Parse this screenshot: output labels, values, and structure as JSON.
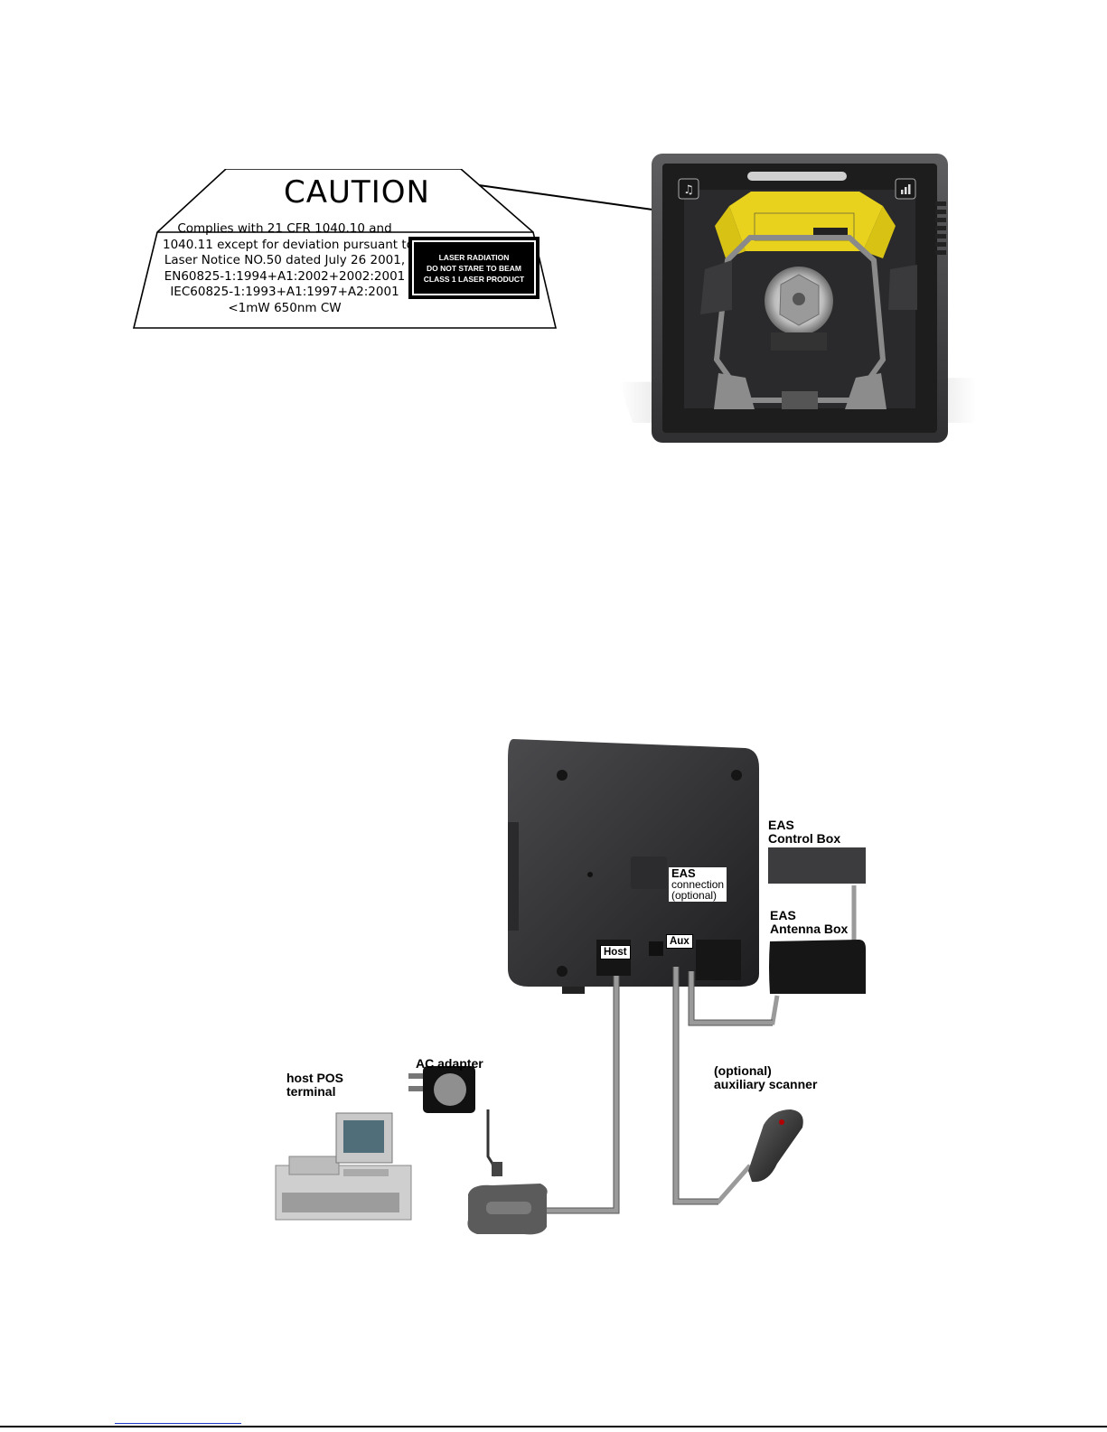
{
  "caution_label": {
    "title": "CAUTION",
    "lines": [
      "Complies with 21 CFR 1040.10 and",
      "1040.11 except for deviation pursuant to",
      "Laser Notice NO.50 dated July 26 2001,",
      "EN60825-1:1994+A1:2002+2002:2001",
      "IEC60825-1:1993+A1:1997+A2:2001",
      "<1mW 650nm CW"
    ],
    "laser_box": [
      "LASER RADIATION",
      "DO NOT STARE TO BEAM",
      "CLASS 1 LASER PRODUCT"
    ]
  },
  "scanner_front": {
    "icons": [
      "music-note-icon",
      "signal-bars-icon"
    ],
    "accent_color": "#f2dc1c"
  },
  "diagram": {
    "eas_control_box": [
      "EAS",
      "Control Box"
    ],
    "eas_antenna_box": [
      "EAS",
      "Antenna Box"
    ],
    "eas_connection": {
      "title": "EAS",
      "line1": "connection",
      "line2": "(optional)"
    },
    "host_port": "Host",
    "aux_port": "Aux",
    "host_pos": [
      "host POS",
      "terminal"
    ],
    "ac_adapter": "AC adapter",
    "aux_scanner": [
      "(optional)",
      "auxiliary scanner"
    ]
  }
}
